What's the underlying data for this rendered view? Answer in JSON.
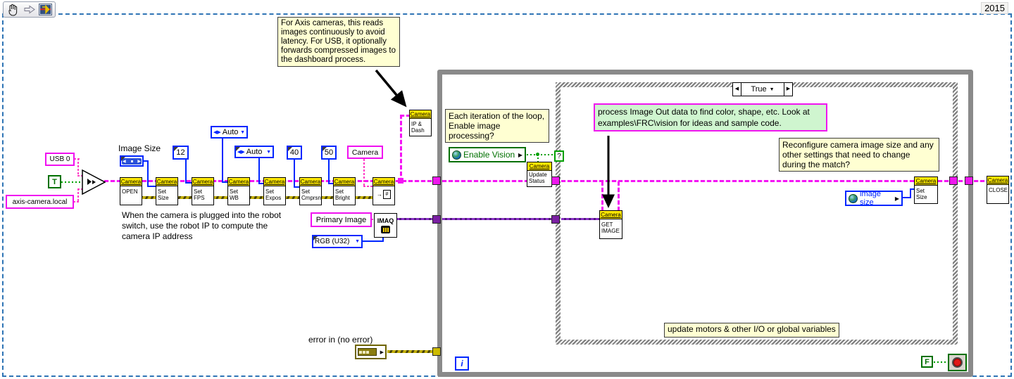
{
  "window": {
    "year": "2015"
  },
  "icons": {
    "left": "◀",
    "right": "▶",
    "down": "▼",
    "arrow_right": "→",
    "ring_pair": "◀▶"
  },
  "comments": {
    "axis_note": "For Axis cameras, this reads images continuously to avoid latency. For USB, it optionally forwards compressed images to the dashboard process.",
    "robot_ip": "When the camera is plugged into the robot switch, use the robot IP to compute the camera IP address",
    "iteration": "Each iteration of the loop, Enable image processing?",
    "process": "process Image Out data to find color, shape, etc.  Look at examples\\FRC\\vision for ideas and sample code.",
    "reconfigure": "Reconfigure camera image size and any other settings that need to change during the match?",
    "update_motors": "update motors & other I/O or global variables"
  },
  "labels": {
    "image_size": "Image Size",
    "error_in": "error in (no error)"
  },
  "constants": {
    "usb": "USB 0",
    "bool_true": "T",
    "camera_url": "axis-camera.local",
    "fps": "12",
    "white_balance": "Auto",
    "exposure": "Auto",
    "compression": "40",
    "brightness": "50",
    "camera_name": "Camera",
    "image_name": "Primary Image",
    "pixel_format": "RGB (U32)",
    "bool_false": "F"
  },
  "controls": {
    "enable_vision": "Enable Vision",
    "image_size": "image size"
  },
  "structures": {
    "case_selector": "True",
    "case_terminal": "?",
    "loop_iterator": "i"
  },
  "vis": {
    "open": {
      "header": "Camera",
      "l1": "OPEN"
    },
    "set_size": {
      "header": "Camera",
      "l1": "Set",
      "l2": "Size"
    },
    "set_fps": {
      "header": "Camera",
      "l1": "Set",
      "l2": "FPS"
    },
    "set_wb": {
      "header": "Camera",
      "l1": "Set",
      "l2": "WB"
    },
    "set_expos": {
      "header": "Camera",
      "l1": "Set",
      "l2": "Expos"
    },
    "set_cmprsn": {
      "header": "Camera",
      "l1": "Set",
      "l2": "Cmprsn"
    },
    "set_bright": {
      "header": "Camera",
      "l1": "Set",
      "l2": "Bright"
    },
    "save_image": {
      "header": "Camera",
      "doc": "#"
    },
    "ip_dash": {
      "header": "Camera",
      "l1": "IP &",
      "l2": "Dash"
    },
    "update_status": {
      "header": "Camera",
      "l1": "Update",
      "l2": "Status"
    },
    "get_image": {
      "header": "Camera",
      "l1": "GET",
      "l2": "IMAGE"
    },
    "set_size_loop": {
      "header": "Camera",
      "l1": "Set",
      "l2": "Size"
    },
    "close": {
      "header": "Camera",
      "l1": "CLOSE"
    },
    "imaq": {
      "title": "IMAQ"
    }
  },
  "colors": {
    "camera_wire": "#F414F4",
    "image_wire": "#7A1FA2",
    "error_wire": "#C2AE00",
    "numeric_wire": "#0026FF",
    "boolean_wire": "#00A000",
    "vi_header": "#FFE800",
    "comment_bg": "#FFFFD2",
    "process_comment_bg": "#CFF5CF",
    "structure_border": "#8A8A8A",
    "outer_border": "#2E74B5"
  }
}
